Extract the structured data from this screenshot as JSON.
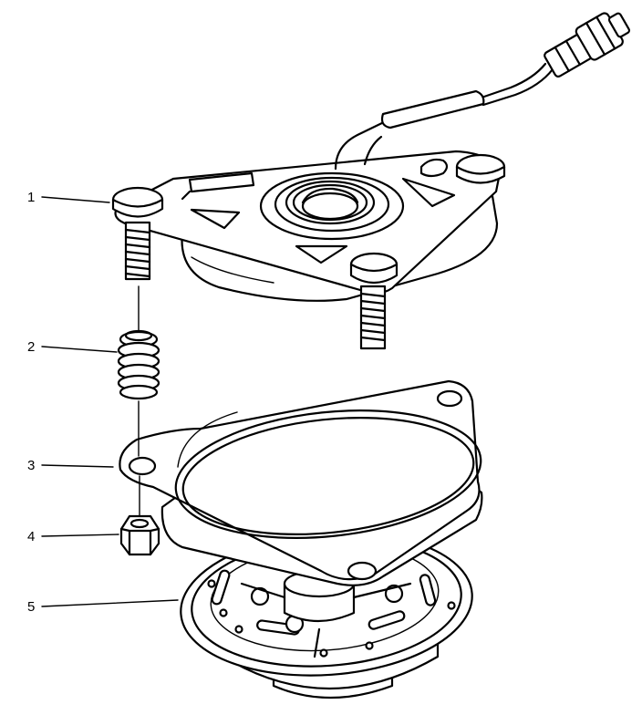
{
  "callouts": [
    {
      "label": "1",
      "part": "upper-mount-plate-with-studs"
    },
    {
      "label": "2",
      "part": "spacer-spring"
    },
    {
      "label": "3",
      "part": "mounting-bracket"
    },
    {
      "label": "4",
      "part": "nut"
    },
    {
      "label": "5",
      "part": "lower-clutch-pulley-assembly"
    }
  ],
  "colors": {
    "line": "#000000",
    "background": "#ffffff"
  }
}
